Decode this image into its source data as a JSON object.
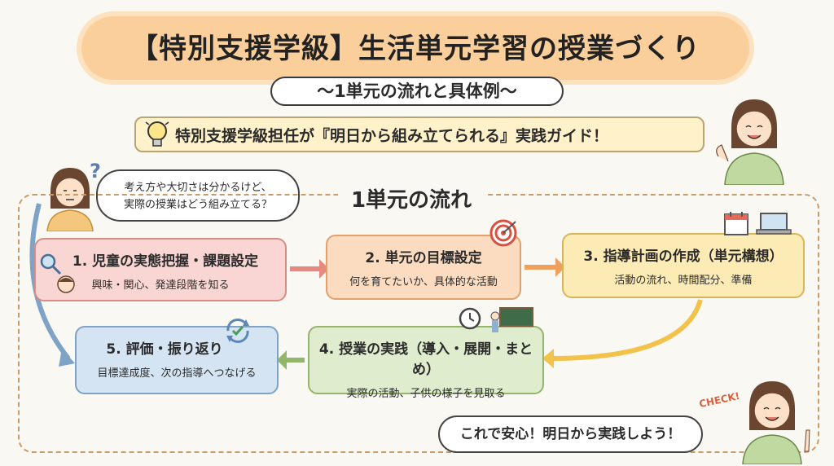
{
  "header": {
    "title": "【特別支援学級】生活単元学習の授業づくり",
    "subtitle": "〜1単元の流れと具体例〜",
    "guide": "特別支援学級担任が『明日から組み立てられる』実践ガイド！"
  },
  "bubbles": {
    "question_line1": "考え方や大切さは分かるけど、",
    "question_line2": "実際の授業はどう組み立てる？",
    "closing": "これで安心！明日から実践しよう！",
    "check": "CHECK!"
  },
  "flow": {
    "heading": "1単元の流れ",
    "steps": [
      {
        "title": "1. 児童の実態把握・課題設定",
        "desc": "興味・関心、発達段階を知る"
      },
      {
        "title": "2. 単元の目標設定",
        "desc": "何を育てたいか、具体的な活動"
      },
      {
        "title": "3. 指導計画の作成（単元構想）",
        "desc": "活動の流れ、時間配分、準備"
      },
      {
        "title": "4. 授業の実践（導入・展開・まとめ）",
        "desc": "実際の活動、子供の様子を見取る"
      },
      {
        "title": "5. 評価・振り返り",
        "desc": "目標達成度、次の指導へつなげる"
      }
    ]
  },
  "colors": {
    "title_bg": "#fbcf9c",
    "step1": "#f9d6d3",
    "step2": "#fcdcc0",
    "step3": "#fcebb4",
    "step4": "#dfeccd",
    "step5": "#d4e4f2"
  }
}
